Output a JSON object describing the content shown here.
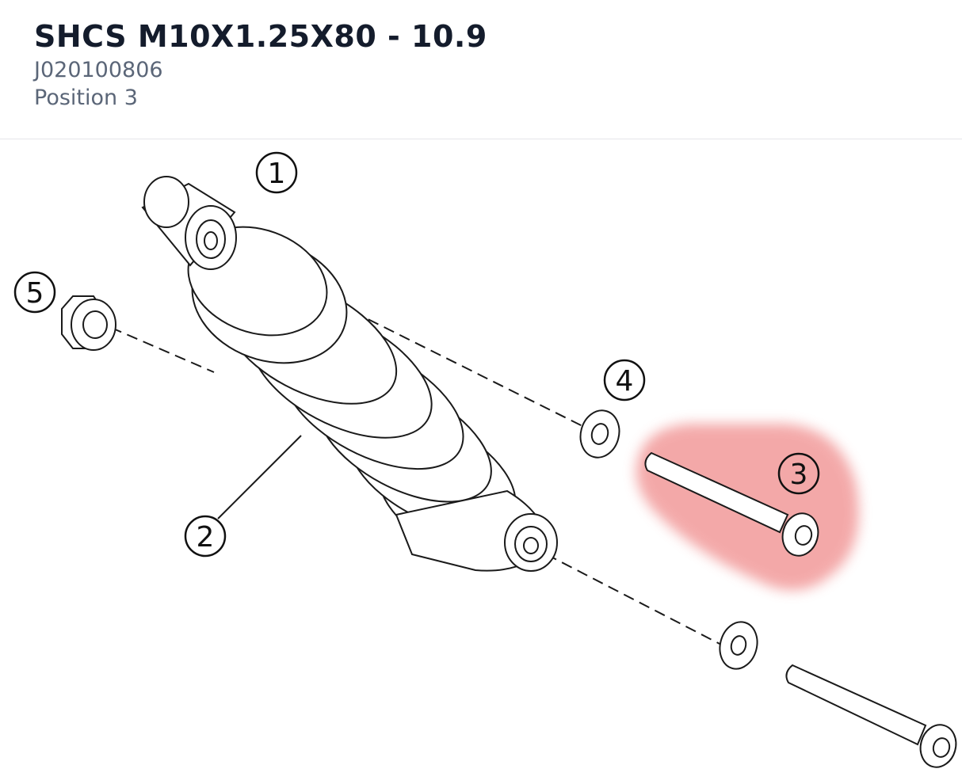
{
  "part": {
    "title": "SHCS M10X1.25X80 - 10.9",
    "number": "J020100806",
    "position": "Position 3"
  },
  "diagram": {
    "callouts": [
      "1",
      "2",
      "3",
      "4",
      "5"
    ],
    "highlighted_callout": "3",
    "highlight_color": "#f08c8c",
    "line_color": "#1a1a1a"
  }
}
